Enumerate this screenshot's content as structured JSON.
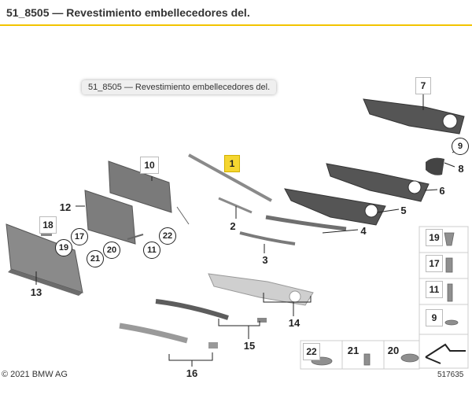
{
  "page": {
    "title": "51_8505 — Revestimiento embellecedores del."
  },
  "tooltip": {
    "text": "51_8505 — Revestimiento embellecedores del."
  },
  "footer": {
    "copyright": "© 2021 BMW AG",
    "diagram_number": "517635"
  },
  "callouts": {
    "c1": "1",
    "c2": "2",
    "c3": "3",
    "c4": "4",
    "c5": "5",
    "c6": "6",
    "c7": "7",
    "c8": "8",
    "c9": "9",
    "c10": "10",
    "c11": "11",
    "c12": "12",
    "c13": "13",
    "c14": "14",
    "c15": "15",
    "c16": "16",
    "c17": "17",
    "c18": "18",
    "c19": "19",
    "c20": "20",
    "c21": "21",
    "c22": "22"
  },
  "legend": {
    "r19": "19",
    "r17": "17",
    "r11": "11",
    "r9": "9",
    "b22": "22",
    "b21": "21",
    "b20": "20"
  },
  "colors": {
    "accent": "#f2c400",
    "highlight": "#f5d630"
  }
}
